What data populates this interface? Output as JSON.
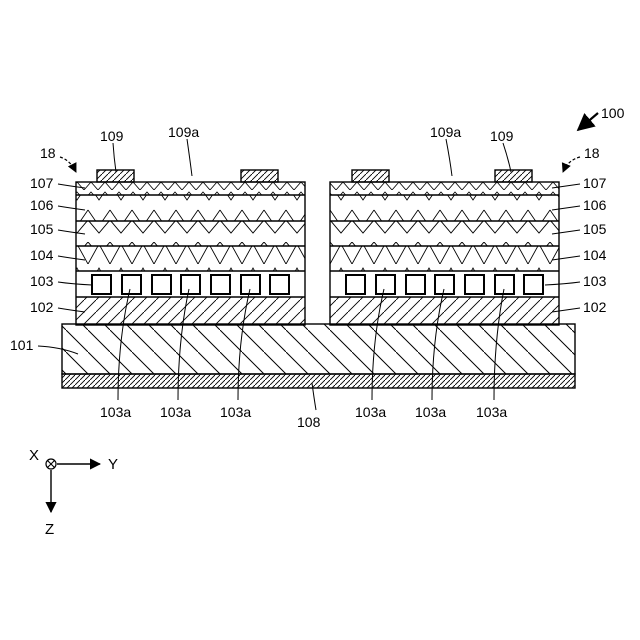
{
  "figure": {
    "device_ref": "100",
    "part_ref": "18",
    "labels": {
      "substrate": "101",
      "layer_102": "102",
      "layer_103": "103",
      "layer_104": "104",
      "layer_105": "105",
      "layer_106": "106",
      "layer_107": "107",
      "backside_electrode": "108",
      "electrode": "109",
      "electrode_opening": "109a",
      "nanostructure": "103a"
    },
    "axes": {
      "x": "X",
      "y": "Y",
      "z": "Z"
    }
  }
}
